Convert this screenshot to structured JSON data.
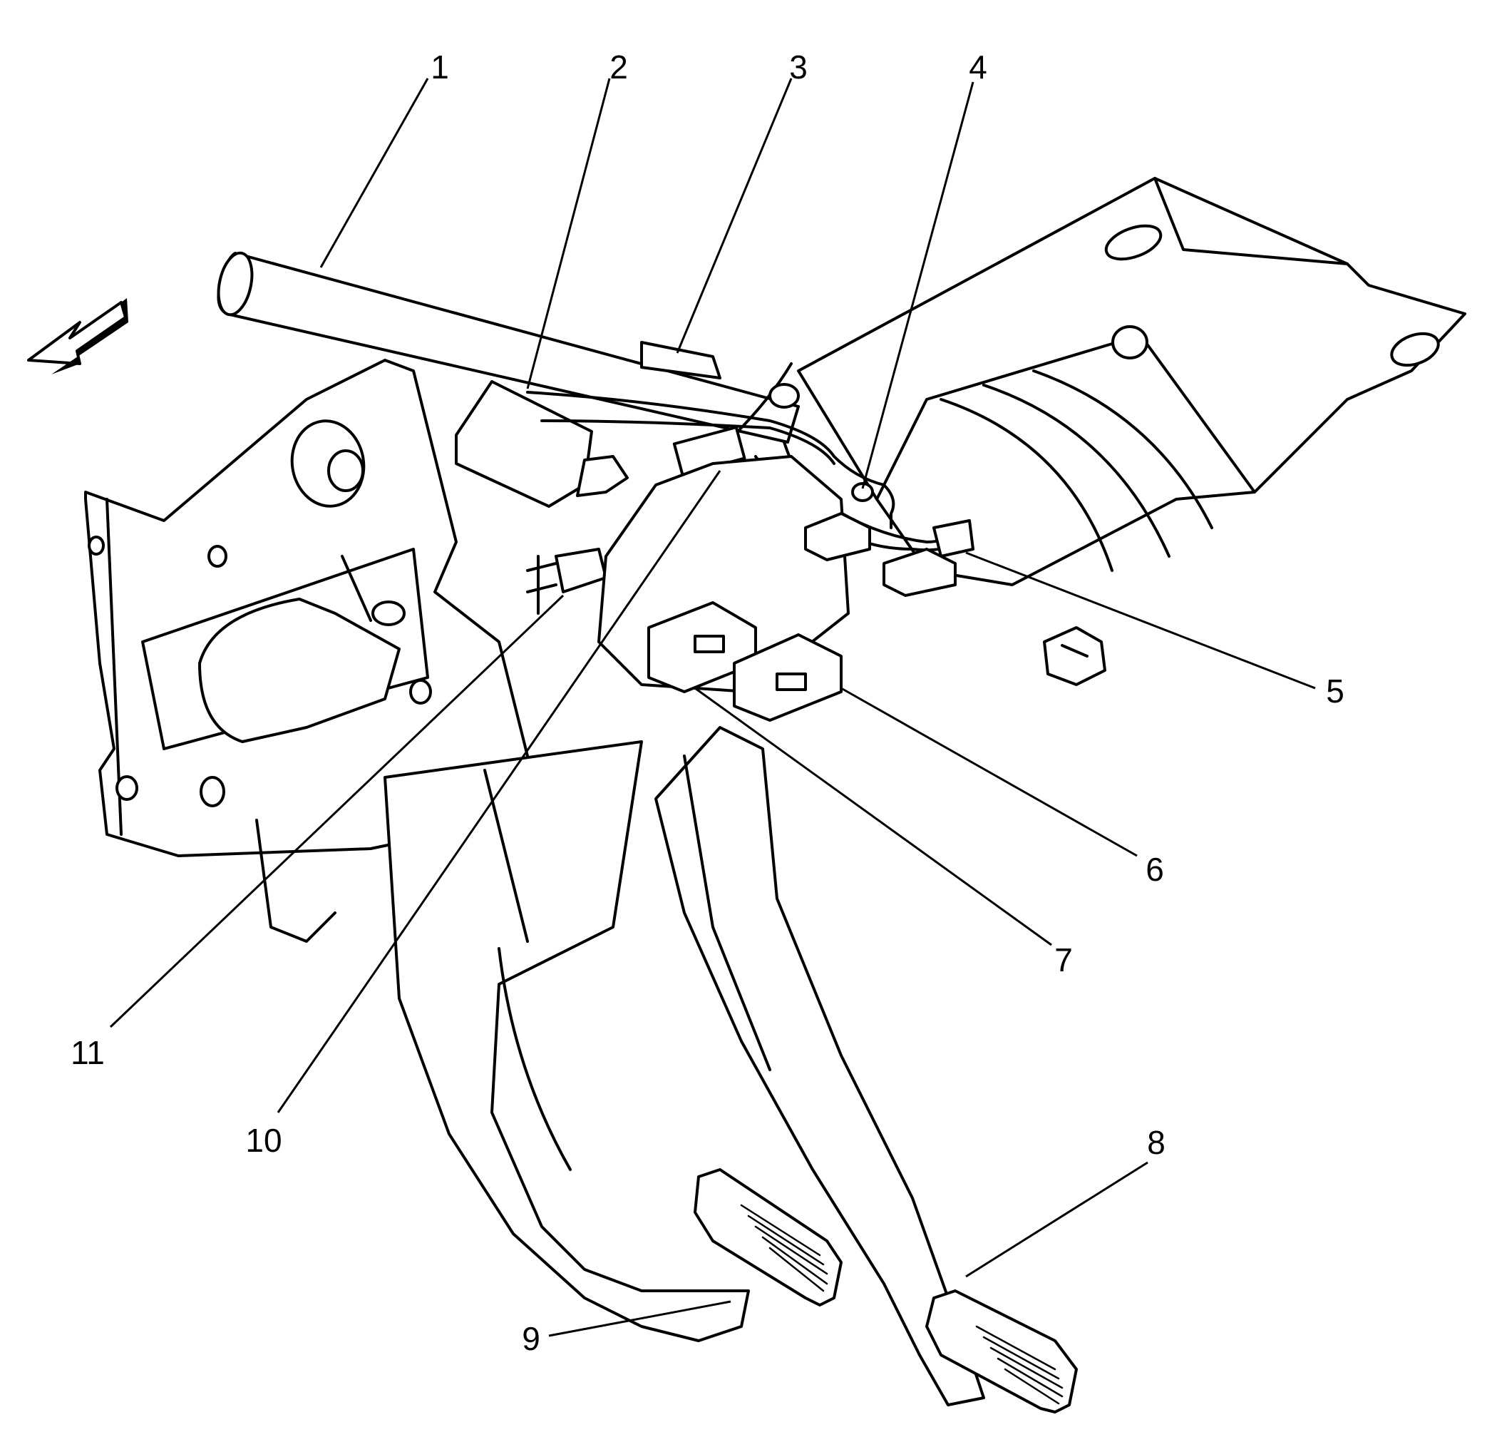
{
  "diagram": {
    "callouts": [
      {
        "id": "1",
        "label": "1"
      },
      {
        "id": "2",
        "label": "2"
      },
      {
        "id": "3",
        "label": "3"
      },
      {
        "id": "4",
        "label": "4"
      },
      {
        "id": "5",
        "label": "5"
      },
      {
        "id": "6",
        "label": "6"
      },
      {
        "id": "7",
        "label": "7"
      },
      {
        "id": "8",
        "label": "8"
      },
      {
        "id": "9",
        "label": "9"
      },
      {
        "id": "10",
        "label": "10"
      },
      {
        "id": "11",
        "label": "11"
      }
    ],
    "colors": {
      "line": "#000000",
      "background": "#ffffff"
    }
  }
}
